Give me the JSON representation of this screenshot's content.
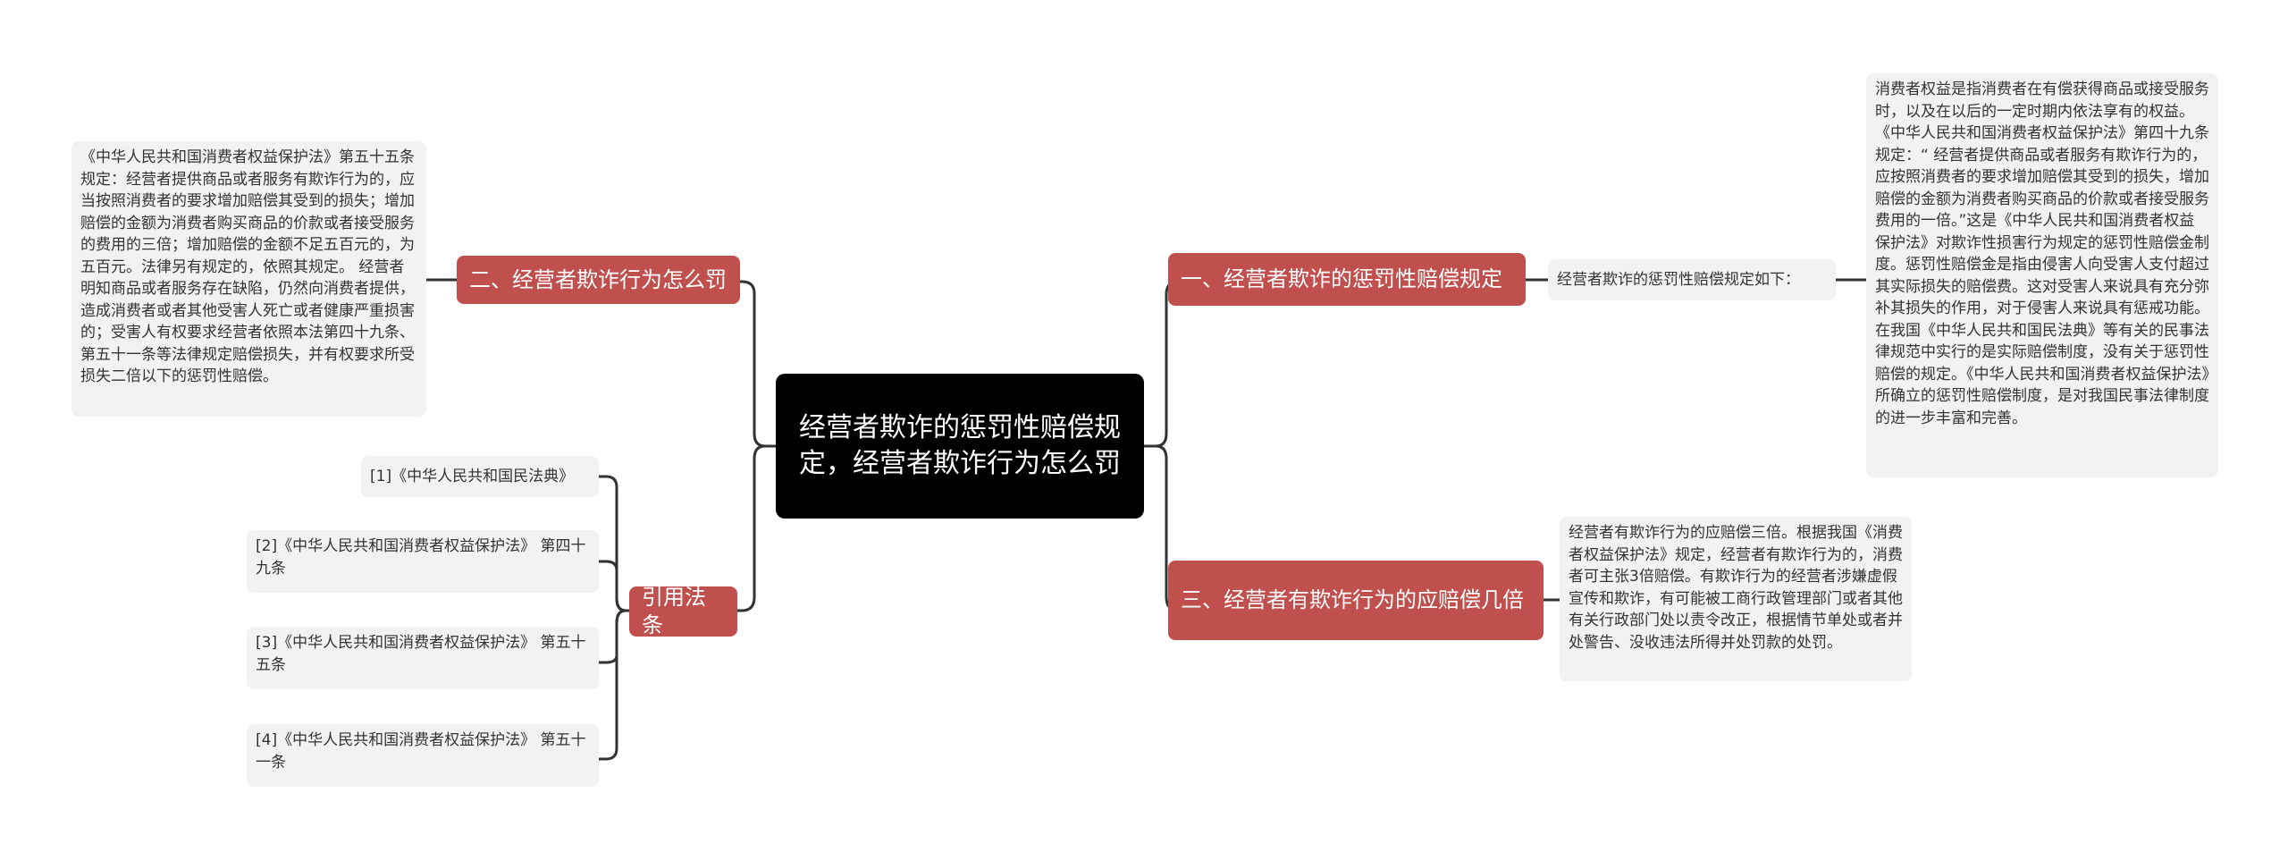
{
  "root": {
    "title": "经营者欺诈的惩罚性赔偿规定，经营者欺诈行为怎么罚"
  },
  "branches": {
    "b1": {
      "label": "一、经营者欺诈的惩罚性赔偿规定",
      "sub": "经营者欺诈的惩罚性赔偿规定如下：",
      "detail": "消费者权益是指消费者在有偿获得商品或接受服务时，以及在以后的一定时期内依法享有的权益。《中华人民共和国消费者权益保护法》第四十九条规定：“ 经营者提供商品或者服务有欺诈行为的，应按照消费者的要求增加赔偿其受到的损失，增加赔偿的金额为消费者购买商品的价款或者接受服务费用的一倍。”这是《中华人民共和国消费者权益保护法》对欺诈性损害行为规定的惩罚性赔偿金制度。惩罚性赔偿金是指由侵害人向受害人支付超过其实际损失的赔偿费。这对受害人来说具有充分弥补其损失的作用，对于侵害人来说具有惩戒功能。在我国《中华人民共和国民法典》等有关的民事法律规范中实行的是实际赔偿制度，没有关于惩罚性赔偿的规定。《中华人民共和国消费者权益保护法》所确立的惩罚性赔偿制度，是对我国民事法律制度的进一步丰富和完善。"
    },
    "b2": {
      "label": "二、经营者欺诈行为怎么罚",
      "detail": "《中华人民共和国消费者权益保护法》第五十五条规定：经营者提供商品或者服务有欺诈行为的，应当按照消费者的要求增加赔偿其受到的损失；增加赔偿的金额为消费者购买商品的价款或者接受服务的费用的三倍；增加赔偿的金额不足五百元的，为五百元。法律另有规定的，依照其规定。 经营者明知商品或者服务存在缺陷，仍然向消费者提供，造成消费者或者其他受害人死亡或者健康严重损害的；受害人有权要求经营者依照本法第四十九条、第五十一条等法律规定赔偿损失，并有权要求所受损失二倍以下的惩罚性赔偿。"
    },
    "b3": {
      "label": "三、经营者有欺诈行为的应赔偿几倍",
      "detail": "经营者有欺诈行为的应赔偿三倍。根据我国《消费者权益保护法》规定，经营者有欺诈行为的，消费者可主张3倍赔偿。有欺诈行为的经营者涉嫌虚假宣传和欺诈，有可能被工商行政管理部门或者其他有关行政部门处以责令改正，根据情节单处或者并处警告、没收违法所得并处罚款的处罚。"
    },
    "b4": {
      "label": "引用法条",
      "refs": [
        "[1]《中华人民共和国民法典》",
        "[2]《中华人民共和国消费者权益保护法》 第四十九条",
        "[3]《中华人民共和国消费者权益保护法》 第五十五条",
        "[4]《中华人民共和国消费者权益保护法》 第五十一条"
      ]
    }
  },
  "colors": {
    "root_bg": "#000000",
    "branch_bg": "#c0504d",
    "leaf_bg": "#f2f2f2",
    "line": "#333333"
  }
}
